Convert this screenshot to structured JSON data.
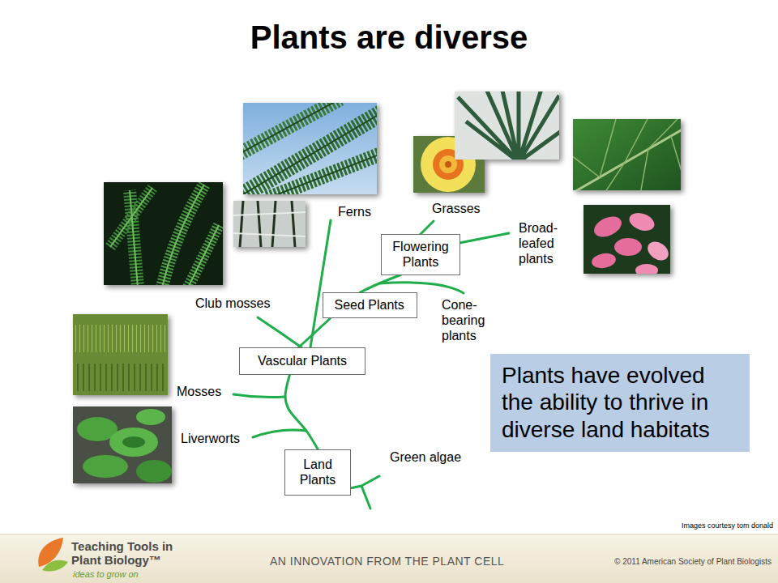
{
  "diagram": {
    "title": "Plants are diverse",
    "nodes": [
      {
        "text": [
          "Flowering Plants"
        ]
      },
      {
        "text": [
          "Seed Plants"
        ]
      },
      {
        "text": [
          "Vascular Plants"
        ]
      },
      {
        "text": [
          "Plants have evolved the ability to thrive in diverse land habitats"
        ]
      },
      {
        "text": [
          "Land Plants"
        ]
      }
    ],
    "edges": [
      {
        "from": 4,
        "to": 2,
        "arrow": "none"
      },
      {
        "from": 2,
        "to": 1,
        "arrow": "none"
      },
      {
        "from": 1,
        "to": 0,
        "arrow": "none"
      }
    ],
    "labels": [
      "Ferns",
      "Grasses",
      "Broad-leafed plants",
      "Club mosses",
      "Cone-bearing plants",
      "Mosses",
      "Liverworts",
      "Green algae",
      "Images courtesy tom donald",
      "Teaching Tools in Plant Biology™",
      "ideas to grow on",
      "AN INNOVATION FROM THE PLANT CELL",
      "© 2011 American Society of Plant Biologists"
    ]
  }
}
